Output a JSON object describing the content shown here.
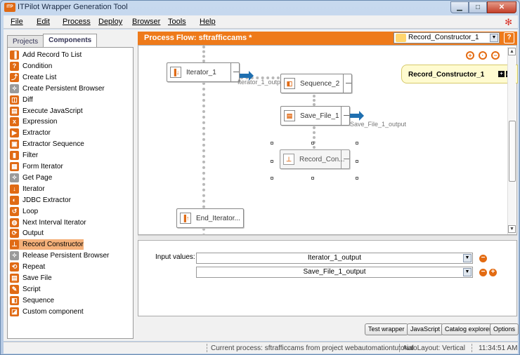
{
  "window": {
    "title": "ITPilot Wrapper Generation Tool",
    "icon_text": "ITP"
  },
  "menu": [
    {
      "label": "File"
    },
    {
      "label": "Edit"
    },
    {
      "label": "Process"
    },
    {
      "label": "Deploy"
    },
    {
      "label": "Browser"
    },
    {
      "label": "Tools"
    },
    {
      "label": "Help"
    }
  ],
  "left_tabs": [
    {
      "label": "Projects"
    },
    {
      "label": "Components"
    }
  ],
  "components": [
    {
      "label": "Add Record To List",
      "icon": "record-add-icon",
      "color": "#e06a14"
    },
    {
      "label": "Condition",
      "icon": "condition-icon",
      "color": "#e06a14"
    },
    {
      "label": "Create List",
      "icon": "create-list-icon",
      "color": "#e06a14"
    },
    {
      "label": "Create Persistent Browser",
      "icon": "browser-icon",
      "color": "#9a9a9a"
    },
    {
      "label": "Diff",
      "icon": "diff-icon",
      "color": "#e06a14"
    },
    {
      "label": "Execute JavaScript",
      "icon": "javascript-icon",
      "color": "#e06a14"
    },
    {
      "label": "Expression",
      "icon": "expression-icon",
      "color": "#e06a14"
    },
    {
      "label": "Extractor",
      "icon": "extractor-icon",
      "color": "#e06a14"
    },
    {
      "label": "Extractor Sequence",
      "icon": "extractor-sequence-icon",
      "color": "#e06a14"
    },
    {
      "label": "Filter",
      "icon": "filter-icon",
      "color": "#e06a14"
    },
    {
      "label": "Form Iterator",
      "icon": "form-iterator-icon",
      "color": "#e06a14"
    },
    {
      "label": "Get Page",
      "icon": "get-page-icon",
      "color": "#9a9a9a"
    },
    {
      "label": "Iterator",
      "icon": "iterator-icon",
      "color": "#e06a14"
    },
    {
      "label": "JDBC Extractor",
      "icon": "jdbc-icon",
      "color": "#e06a14"
    },
    {
      "label": "Loop",
      "icon": "loop-icon",
      "color": "#e06a14"
    },
    {
      "label": "Next Interval Iterator",
      "icon": "next-interval-icon",
      "color": "#e06a14"
    },
    {
      "label": "Output",
      "icon": "output-icon",
      "color": "#e06a14"
    },
    {
      "label": "Record Constructor",
      "icon": "record-constructor-icon",
      "color": "#e06a14",
      "selected": true
    },
    {
      "label": "Release Persistent Browser",
      "icon": "release-browser-icon",
      "color": "#9a9a9a"
    },
    {
      "label": "Repeat",
      "icon": "repeat-icon",
      "color": "#e06a14"
    },
    {
      "label": "Save File",
      "icon": "save-file-icon",
      "color": "#e06a14"
    },
    {
      "label": "Script",
      "icon": "script-icon",
      "color": "#e06a14"
    },
    {
      "label": "Sequence",
      "icon": "sequence-icon",
      "color": "#e06a14"
    },
    {
      "label": "Custom component",
      "icon": "custom-component-icon",
      "color": "#e06a14"
    }
  ],
  "process_flow": {
    "title": "Process Flow: sftrafficcams *",
    "selected_component": "Record_Constructor_1",
    "help": "?"
  },
  "nodes": [
    {
      "label": "Iterator_1",
      "icon": "iterator-icon"
    },
    {
      "label": "Sequence_2",
      "icon": "sequence-icon"
    },
    {
      "label": "Save_File_1",
      "icon": "save-file-icon"
    },
    {
      "label": "Record_Con...",
      "icon": "record-constructor-icon"
    },
    {
      "label": "End_Iterator...",
      "icon": "end-iterator-icon"
    }
  ],
  "output_labels": {
    "iterator": "Iterator_1_outp",
    "save_file": "Save_File_1_output"
  },
  "tooltip": {
    "label": "Record_Constructor_1"
  },
  "inputs": {
    "label": "Input values:",
    "values": [
      "Iterator_1_output",
      "Save_File_1_output"
    ]
  },
  "buttons": [
    {
      "label": "Test wrapper"
    },
    {
      "label": "JavaScript"
    },
    {
      "label": "Catalog explorer"
    },
    {
      "label": "Options"
    }
  ],
  "status": {
    "process": "Current process: sftrafficcams from project webautomationtutorial",
    "layout": "AutoLayout: Vertical",
    "time": "11:34:51 AM"
  },
  "colors": {
    "accent": "#ee7a1a",
    "selection": "#f5b17a",
    "flow_arrow": "#1f6fb0"
  }
}
